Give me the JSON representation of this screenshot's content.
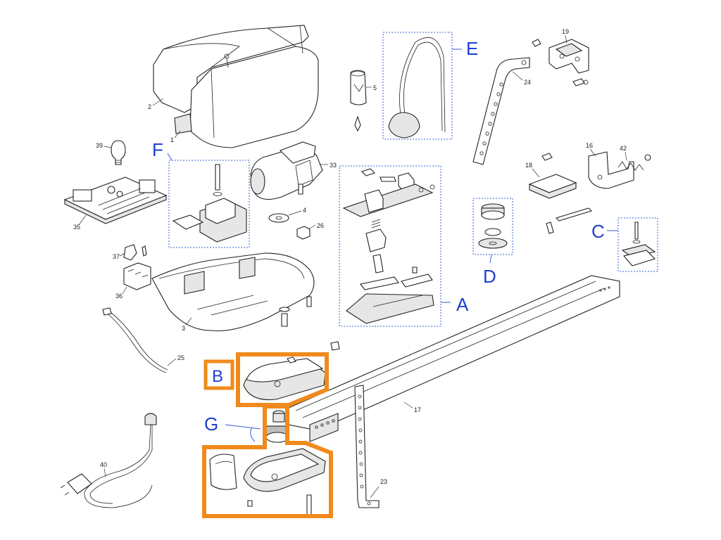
{
  "group_letters": {
    "a": "A",
    "b": "B",
    "c": "C",
    "d": "D",
    "e": "E",
    "f": "F",
    "g": "G"
  },
  "part_numbers": {
    "p1": "1",
    "p2": "2",
    "p3": "3",
    "p4": "4",
    "p5": "5",
    "p16": "16",
    "p17": "17",
    "p18": "18",
    "p19": "19",
    "p23": "23",
    "p24": "24",
    "p25": "25",
    "p26": "26",
    "p33": "33",
    "p35": "35",
    "p36": "36",
    "p37": "37",
    "p39": "39",
    "p40": "40",
    "p42": "42"
  },
  "colors": {
    "letter_blue": "#1f3fd0",
    "group_box_blue": "#3a5fd6",
    "highlight_orange": "#f08a1c",
    "line_art": "#222222"
  }
}
